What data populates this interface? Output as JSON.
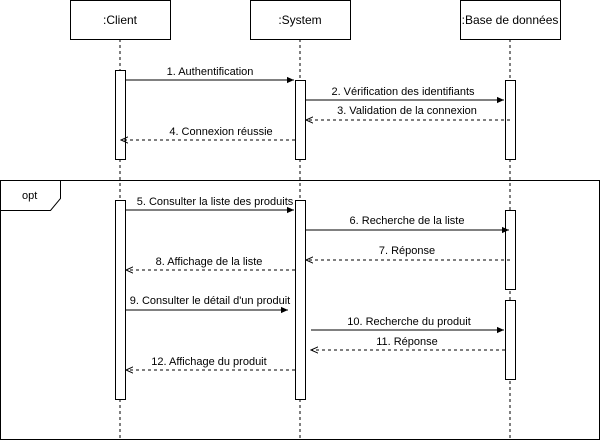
{
  "participants": [
    {
      "name": ":Client"
    },
    {
      "name": ":System"
    },
    {
      "name": ":Base de données"
    }
  ],
  "fragment": {
    "operator": "opt"
  },
  "messages": [
    {
      "label": "1. Authentification",
      "from": 0,
      "to": 1,
      "type": "sync"
    },
    {
      "label": "2. Vérification des identifiants",
      "from": 1,
      "to": 2,
      "type": "sync"
    },
    {
      "label": "3. Validation de la connexion",
      "from": 2,
      "to": 1,
      "type": "return"
    },
    {
      "label": "4. Connexion réussie",
      "from": 1,
      "to": 0,
      "type": "return"
    },
    {
      "label": "5. Consulter la liste des produits",
      "from": 0,
      "to": 1,
      "type": "sync"
    },
    {
      "label": "6. Recherche de la liste",
      "from": 1,
      "to": 2,
      "type": "sync"
    },
    {
      "label": "7. Réponse",
      "from": 2,
      "to": 1,
      "type": "return"
    },
    {
      "label": "8. Affichage de la liste",
      "from": 1,
      "to": 0,
      "type": "return"
    },
    {
      "label": "9. Consulter le détail d'un produit",
      "from": 0,
      "to": 1,
      "type": "sync"
    },
    {
      "label": "10. Recherche du produit",
      "from": 1,
      "to": 2,
      "type": "sync"
    },
    {
      "label": "11. Réponse",
      "from": 2,
      "to": 1,
      "type": "return"
    },
    {
      "label": "12. Affichage du produit",
      "from": 1,
      "to": 0,
      "type": "return"
    }
  ],
  "colors": {
    "stroke": "#000000",
    "background": "#ffffff"
  }
}
